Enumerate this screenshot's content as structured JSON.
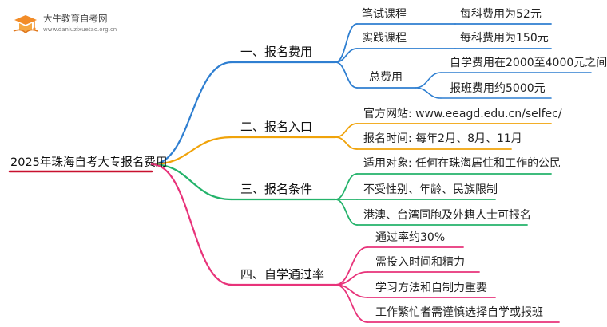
{
  "logo": {
    "title": "大牛教育自考网",
    "url": "www.daniuzixuetao.org.cn",
    "icon": "graduation-book-icon",
    "color": "#f28c28"
  },
  "root": {
    "label": "2025年珠海自考大专报名费用"
  },
  "colors": {
    "blue": "#2f7fd1",
    "orange": "#f0a30a",
    "green": "#24b36b",
    "pink": "#e8337a",
    "root": "#c8102e"
  },
  "branches": [
    {
      "label": "一、报名费用",
      "color": "#2f7fd1",
      "leaves": [
        {
          "label": "笔试课程",
          "value": "每科费用为52元"
        },
        {
          "label": "实践课程",
          "value": "每科费用为150元"
        },
        {
          "label": "总费用",
          "children": [
            "自学费用在2000至4000元之间",
            "报班费用约5000元"
          ]
        }
      ]
    },
    {
      "label": "二、报名入口",
      "color": "#f0a30a",
      "leaves": [
        {
          "label": "官方网站: www.eeagd.edu.cn/selfec/"
        },
        {
          "label": "报名时间: 每年2月、8月、11月"
        }
      ]
    },
    {
      "label": "三、报名条件",
      "color": "#24b36b",
      "leaves": [
        {
          "label": "适用对象: 任何在珠海居住和工作的公民"
        },
        {
          "label": "不受性别、年龄、民族限制"
        },
        {
          "label": "港澳、台湾同胞及外籍人士可报名"
        }
      ]
    },
    {
      "label": "四、自学通过率",
      "color": "#e8337a",
      "leaves": [
        {
          "label": "通过率约30%"
        },
        {
          "label": "需投入时间和精力"
        },
        {
          "label": "学习方法和自制力重要"
        },
        {
          "label": "工作繁忙者需谨慎选择自学或报班"
        }
      ]
    }
  ]
}
